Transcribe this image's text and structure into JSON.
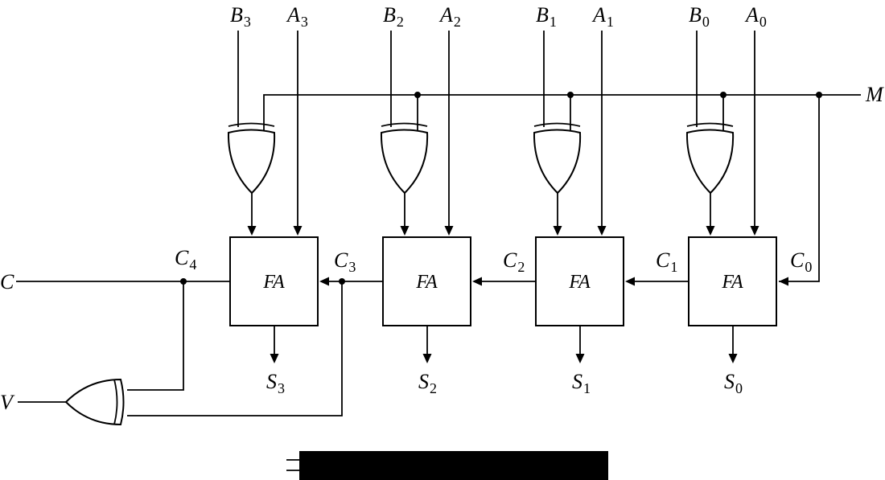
{
  "colors": {
    "ink": "#000000",
    "paper": "#ffffff",
    "redaction_bar": "#000000"
  },
  "diagram": {
    "inputs": [
      {
        "letter": "B",
        "index": "3"
      },
      {
        "letter": "A",
        "index": "3"
      },
      {
        "letter": "B",
        "index": "2"
      },
      {
        "letter": "A",
        "index": "2"
      },
      {
        "letter": "B",
        "index": "1"
      },
      {
        "letter": "A",
        "index": "1"
      },
      {
        "letter": "B",
        "index": "0"
      },
      {
        "letter": "A",
        "index": "0"
      }
    ],
    "mode_label": "M",
    "adders": [
      "FA",
      "FA",
      "FA",
      "FA"
    ],
    "carries": [
      {
        "letter": "C",
        "index": "4"
      },
      {
        "letter": "C",
        "index": "3"
      },
      {
        "letter": "C",
        "index": "2"
      },
      {
        "letter": "C",
        "index": "1"
      },
      {
        "letter": "C",
        "index": "0"
      }
    ],
    "sums": [
      {
        "letter": "S",
        "index": "3"
      },
      {
        "letter": "S",
        "index": "2"
      },
      {
        "letter": "S",
        "index": "1"
      },
      {
        "letter": "S",
        "index": "0"
      }
    ],
    "carry_out_label": "C",
    "overflow_label": "V"
  }
}
